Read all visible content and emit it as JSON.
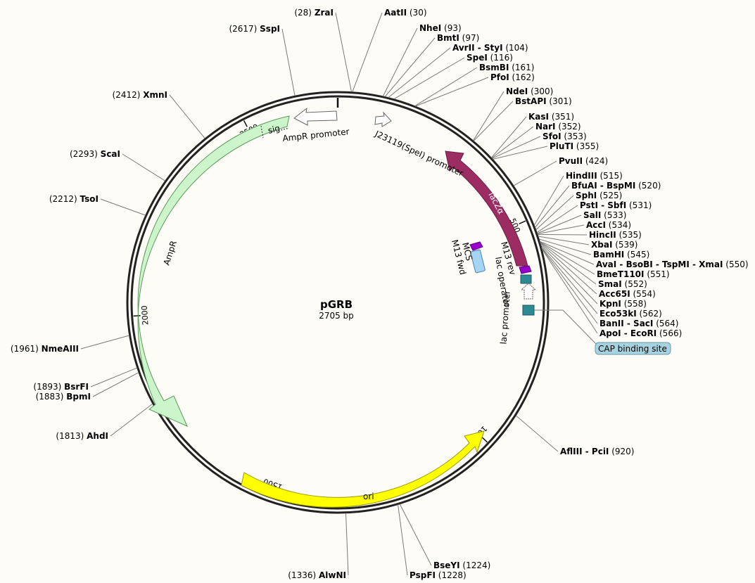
{
  "plasmid": {
    "name": "pGRB",
    "length_label": "2705 bp",
    "length_bp": 2705
  },
  "ticks": [
    {
      "bp": 0,
      "label": ""
    },
    {
      "bp": 500,
      "label": "500"
    },
    {
      "bp": 1000,
      "label": "1000"
    },
    {
      "bp": 1500,
      "label": "1500"
    },
    {
      "bp": 2000,
      "label": "2000"
    },
    {
      "bp": 2500,
      "label": "2500"
    }
  ],
  "sites": [
    {
      "name": "ZraI",
      "pos": "(28)",
      "bp": 28
    },
    {
      "name": "AatII",
      "pos": "(30)",
      "bp": 30
    },
    {
      "name": "NheI",
      "pos": "(93)",
      "bp": 93
    },
    {
      "name": "BmtI",
      "pos": "(97)",
      "bp": 97
    },
    {
      "name": "AvrII - StyI",
      "pos": "(104)",
      "bp": 104
    },
    {
      "name": "SpeI",
      "pos": "(116)",
      "bp": 116
    },
    {
      "name": "BsmBI",
      "pos": "(161)",
      "bp": 161
    },
    {
      "name": "PfoI",
      "pos": "(162)",
      "bp": 162
    },
    {
      "name": "NdeI",
      "pos": "(300)",
      "bp": 300
    },
    {
      "name": "BstAPI",
      "pos": "(301)",
      "bp": 301
    },
    {
      "name": "KasI",
      "pos": "(351)",
      "bp": 351
    },
    {
      "name": "NarI",
      "pos": "(352)",
      "bp": 352
    },
    {
      "name": "SfoI",
      "pos": "(353)",
      "bp": 353
    },
    {
      "name": "PluTI",
      "pos": "(355)",
      "bp": 355
    },
    {
      "name": "PvuII",
      "pos": "(424)",
      "bp": 424
    },
    {
      "name": "HindIII",
      "pos": "(515)",
      "bp": 515
    },
    {
      "name": "BfuAI - BspMI",
      "pos": "(520)",
      "bp": 520
    },
    {
      "name": "SphI",
      "pos": "(525)",
      "bp": 525
    },
    {
      "name": "PstI - SbfI",
      "pos": "(531)",
      "bp": 531
    },
    {
      "name": "SalI",
      "pos": "(533)",
      "bp": 533
    },
    {
      "name": "AccI",
      "pos": "(534)",
      "bp": 534
    },
    {
      "name": "HincII",
      "pos": "(535)",
      "bp": 535
    },
    {
      "name": "XbaI",
      "pos": "(539)",
      "bp": 539
    },
    {
      "name": "BamHI",
      "pos": "(545)",
      "bp": 545
    },
    {
      "name": "AvaI - BsoBI - TspMI - XmaI",
      "pos": "(550)",
      "bp": 550
    },
    {
      "name": "BmeT110I",
      "pos": "(551)",
      "bp": 551
    },
    {
      "name": "SmaI",
      "pos": "(552)",
      "bp": 552
    },
    {
      "name": "Acc65I",
      "pos": "(554)",
      "bp": 554
    },
    {
      "name": "KpnI",
      "pos": "(558)",
      "bp": 558
    },
    {
      "name": "Eco53kI",
      "pos": "(562)",
      "bp": 562
    },
    {
      "name": "BanII - SacI",
      "pos": "(564)",
      "bp": 564
    },
    {
      "name": "ApoI - EcoRI",
      "pos": "(566)",
      "bp": 566
    },
    {
      "name": "AflIII - PciI",
      "pos": "(920)",
      "bp": 920
    },
    {
      "name": "PspFI",
      "pos": "(1228)",
      "bp": 1228
    },
    {
      "name": "BseYI",
      "pos": "(1224)",
      "bp": 1224
    },
    {
      "name": "AlwNI",
      "pos": "(1336)",
      "bp": 1336
    },
    {
      "name": "AhdI",
      "pos": "(1813)",
      "bp": 1813
    },
    {
      "name": "BpmI",
      "pos": "(1883)",
      "bp": 1883
    },
    {
      "name": "BsrFI",
      "pos": "(1893)",
      "bp": 1893
    },
    {
      "name": "NmeAIII",
      "pos": "(1961)",
      "bp": 1961
    },
    {
      "name": "TsoI",
      "pos": "(2212)",
      "bp": 2212
    },
    {
      "name": "ScaI",
      "pos": "(2293)",
      "bp": 2293
    },
    {
      "name": "XmnI",
      "pos": "(2412)",
      "bp": 2412
    },
    {
      "name": "SspI",
      "pos": "(2617)",
      "bp": 2617
    }
  ],
  "features": [
    {
      "name": "AmpR",
      "kind": "cds",
      "color": "#ccf5cc",
      "stroke": "#5a9a5a",
      "direction": "cw"
    },
    {
      "name": "sig...",
      "kind": "signal",
      "color": "#ccf5cc",
      "stroke": "#5a9a5a"
    },
    {
      "name": "AmpR promoter",
      "kind": "promoter",
      "color": "#ffffff",
      "stroke": "#666666",
      "direction": "ccw"
    },
    {
      "name": "J23119(SpeI) promoter",
      "kind": "promoter",
      "color": "#ffffff",
      "stroke": "#666666",
      "direction": "cw"
    },
    {
      "name": "lacZα",
      "kind": "cds",
      "color": "#9b2d62",
      "stroke": "#6d1e45",
      "direction": "ccw"
    },
    {
      "name": "ori",
      "kind": "rep_origin",
      "color": "#ffff00",
      "stroke": "#9a9a00",
      "direction": "ccw"
    },
    {
      "name": "MCS",
      "kind": "misc",
      "color": "#a5d4f5",
      "stroke": "#4a7fa8"
    },
    {
      "name": "M13 fwd",
      "kind": "primer",
      "color": "#9900cc",
      "stroke": "#5a0080"
    },
    {
      "name": "M13 rev",
      "kind": "primer",
      "color": "#9900cc",
      "stroke": "#5a0080"
    },
    {
      "name": "lac operator",
      "kind": "protein_bind",
      "color": "#2d8a94",
      "stroke": "#1d5a60"
    },
    {
      "name": "lac promoter",
      "kind": "promoter",
      "color": "#ffffff",
      "stroke": "#666666"
    },
    {
      "name": "CAP binding site",
      "kind": "protein_bind",
      "color": "#2d8a94",
      "stroke": "#1d5a60"
    }
  ]
}
